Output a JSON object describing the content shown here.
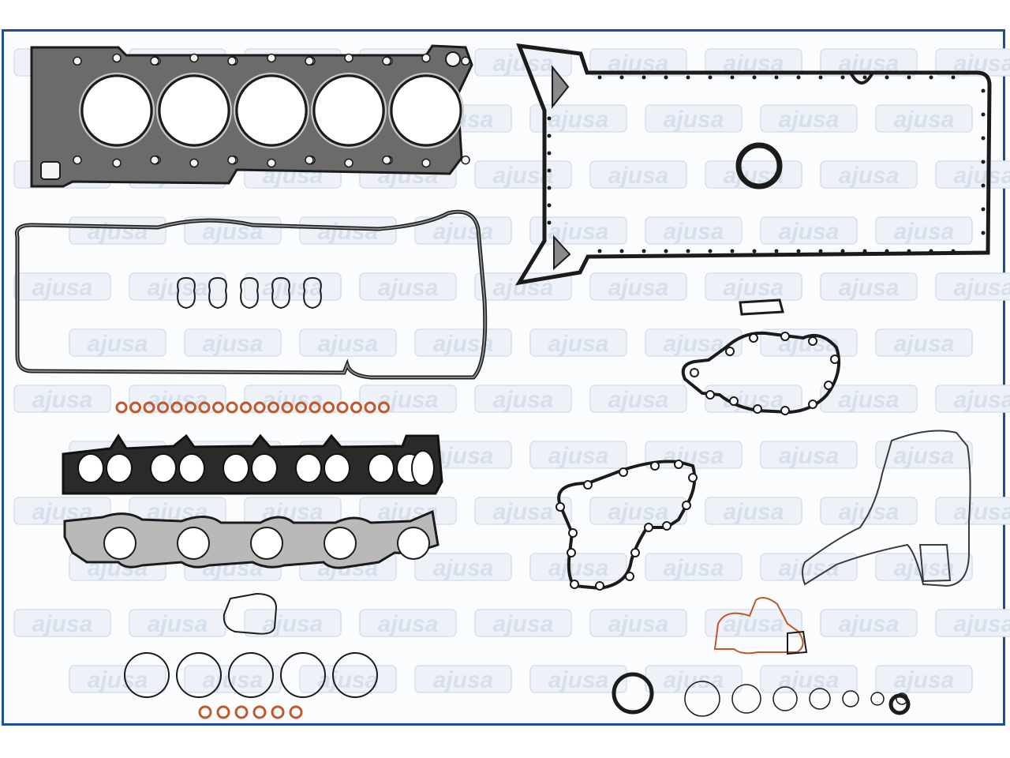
{
  "watermark": {
    "brand": "ajusa",
    "color": "#d6dfec",
    "tile_color": "#eef2f8"
  },
  "colors": {
    "frame": "#1f4f9a",
    "gasket_dark": "#1b1b1b",
    "gasket_fill": "#6d6d6d",
    "gasket_light": "#c9c9c9",
    "copper": "#c0582a"
  },
  "components": {
    "head_gasket_cylinders": 5,
    "valve_cover_plugs": 5,
    "valve_stem_seals": 20,
    "intake_ports": 5,
    "exhaust_ports": 5,
    "large_o_rings": 5,
    "copper_washers": 6,
    "small_seals_bottom": 7
  }
}
